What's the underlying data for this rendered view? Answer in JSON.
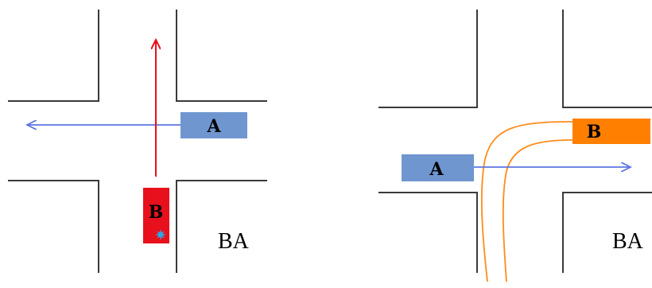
{
  "colors": {
    "road": "#3a3a3a",
    "vehicle_a_fill": "#6f96cf",
    "vehicle_b_left_fill": "#e8101c",
    "vehicle_b_right_fill": "#ff7f00",
    "arrow_blue": "#5d76e0",
    "arrow_red": "#e8101c",
    "path_orange": "#ff8c1a",
    "spark": "#2fa7e6"
  },
  "left_scene": {
    "vehicle_a_label": "A",
    "vehicle_b_label": "B",
    "caption": "BA"
  },
  "right_scene": {
    "vehicle_a_label": "A",
    "vehicle_b_label": "B",
    "caption": "BA"
  }
}
